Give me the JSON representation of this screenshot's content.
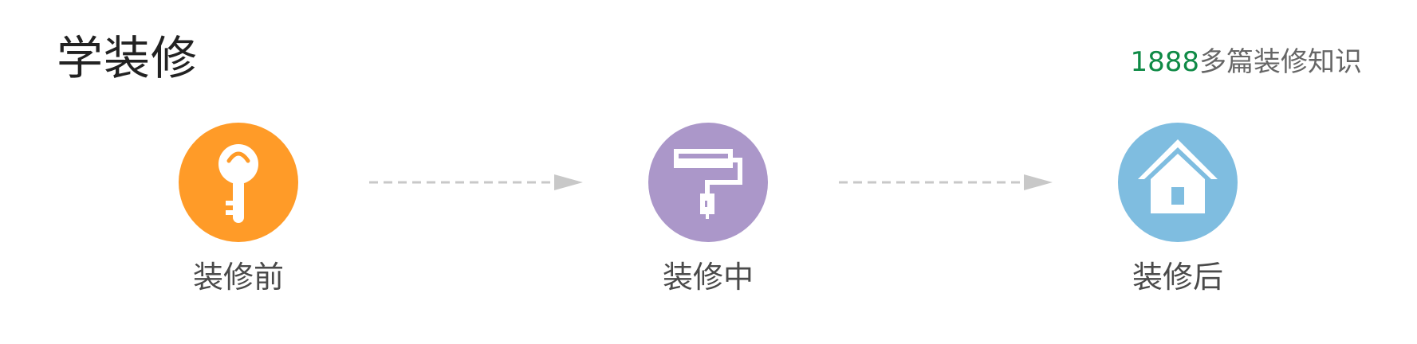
{
  "header": {
    "title": "学装修",
    "stats_count": "1888",
    "stats_text": "多篇装修知识"
  },
  "colors": {
    "before": "#ff9b28",
    "during": "#ab97c9",
    "after": "#7fbde0",
    "stats_count": "#0f8a46",
    "arrow": "#c8c8c8"
  },
  "steps": [
    {
      "label": "装修前",
      "icon": "key-icon"
    },
    {
      "label": "装修中",
      "icon": "paint-roller-icon"
    },
    {
      "label": "装修后",
      "icon": "house-icon"
    }
  ]
}
